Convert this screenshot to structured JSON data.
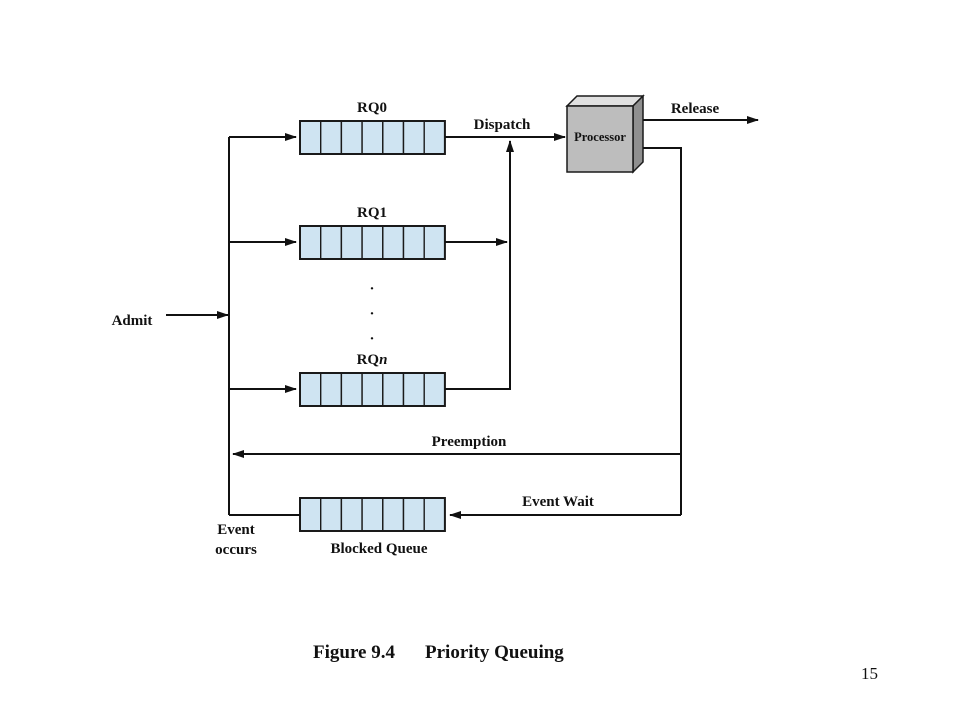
{
  "diagram": {
    "queues": {
      "rq0": "RQ0",
      "rq1": "RQ1",
      "rqn_prefix": "RQ",
      "rqn_suffix": "n",
      "blocked": "Blocked Queue"
    },
    "processor": "Processor",
    "labels": {
      "dispatch": "Dispatch",
      "release": "Release",
      "admit": "Admit",
      "preemption": "Preemption",
      "event_wait": "Event Wait",
      "event_occurs_line1": "Event",
      "event_occurs_line2": "occurs"
    },
    "ellipsis": [
      "·",
      "·",
      "·"
    ],
    "caption": {
      "figure_no": "Figure 9.4",
      "title": "Priority Queuing"
    }
  },
  "page_number": "15",
  "colors": {
    "queue_cell": "#cfe4f2",
    "processor_front": "#bdbdbd",
    "processor_top": "#e0e0e0",
    "processor_side": "#8f8f8f"
  }
}
